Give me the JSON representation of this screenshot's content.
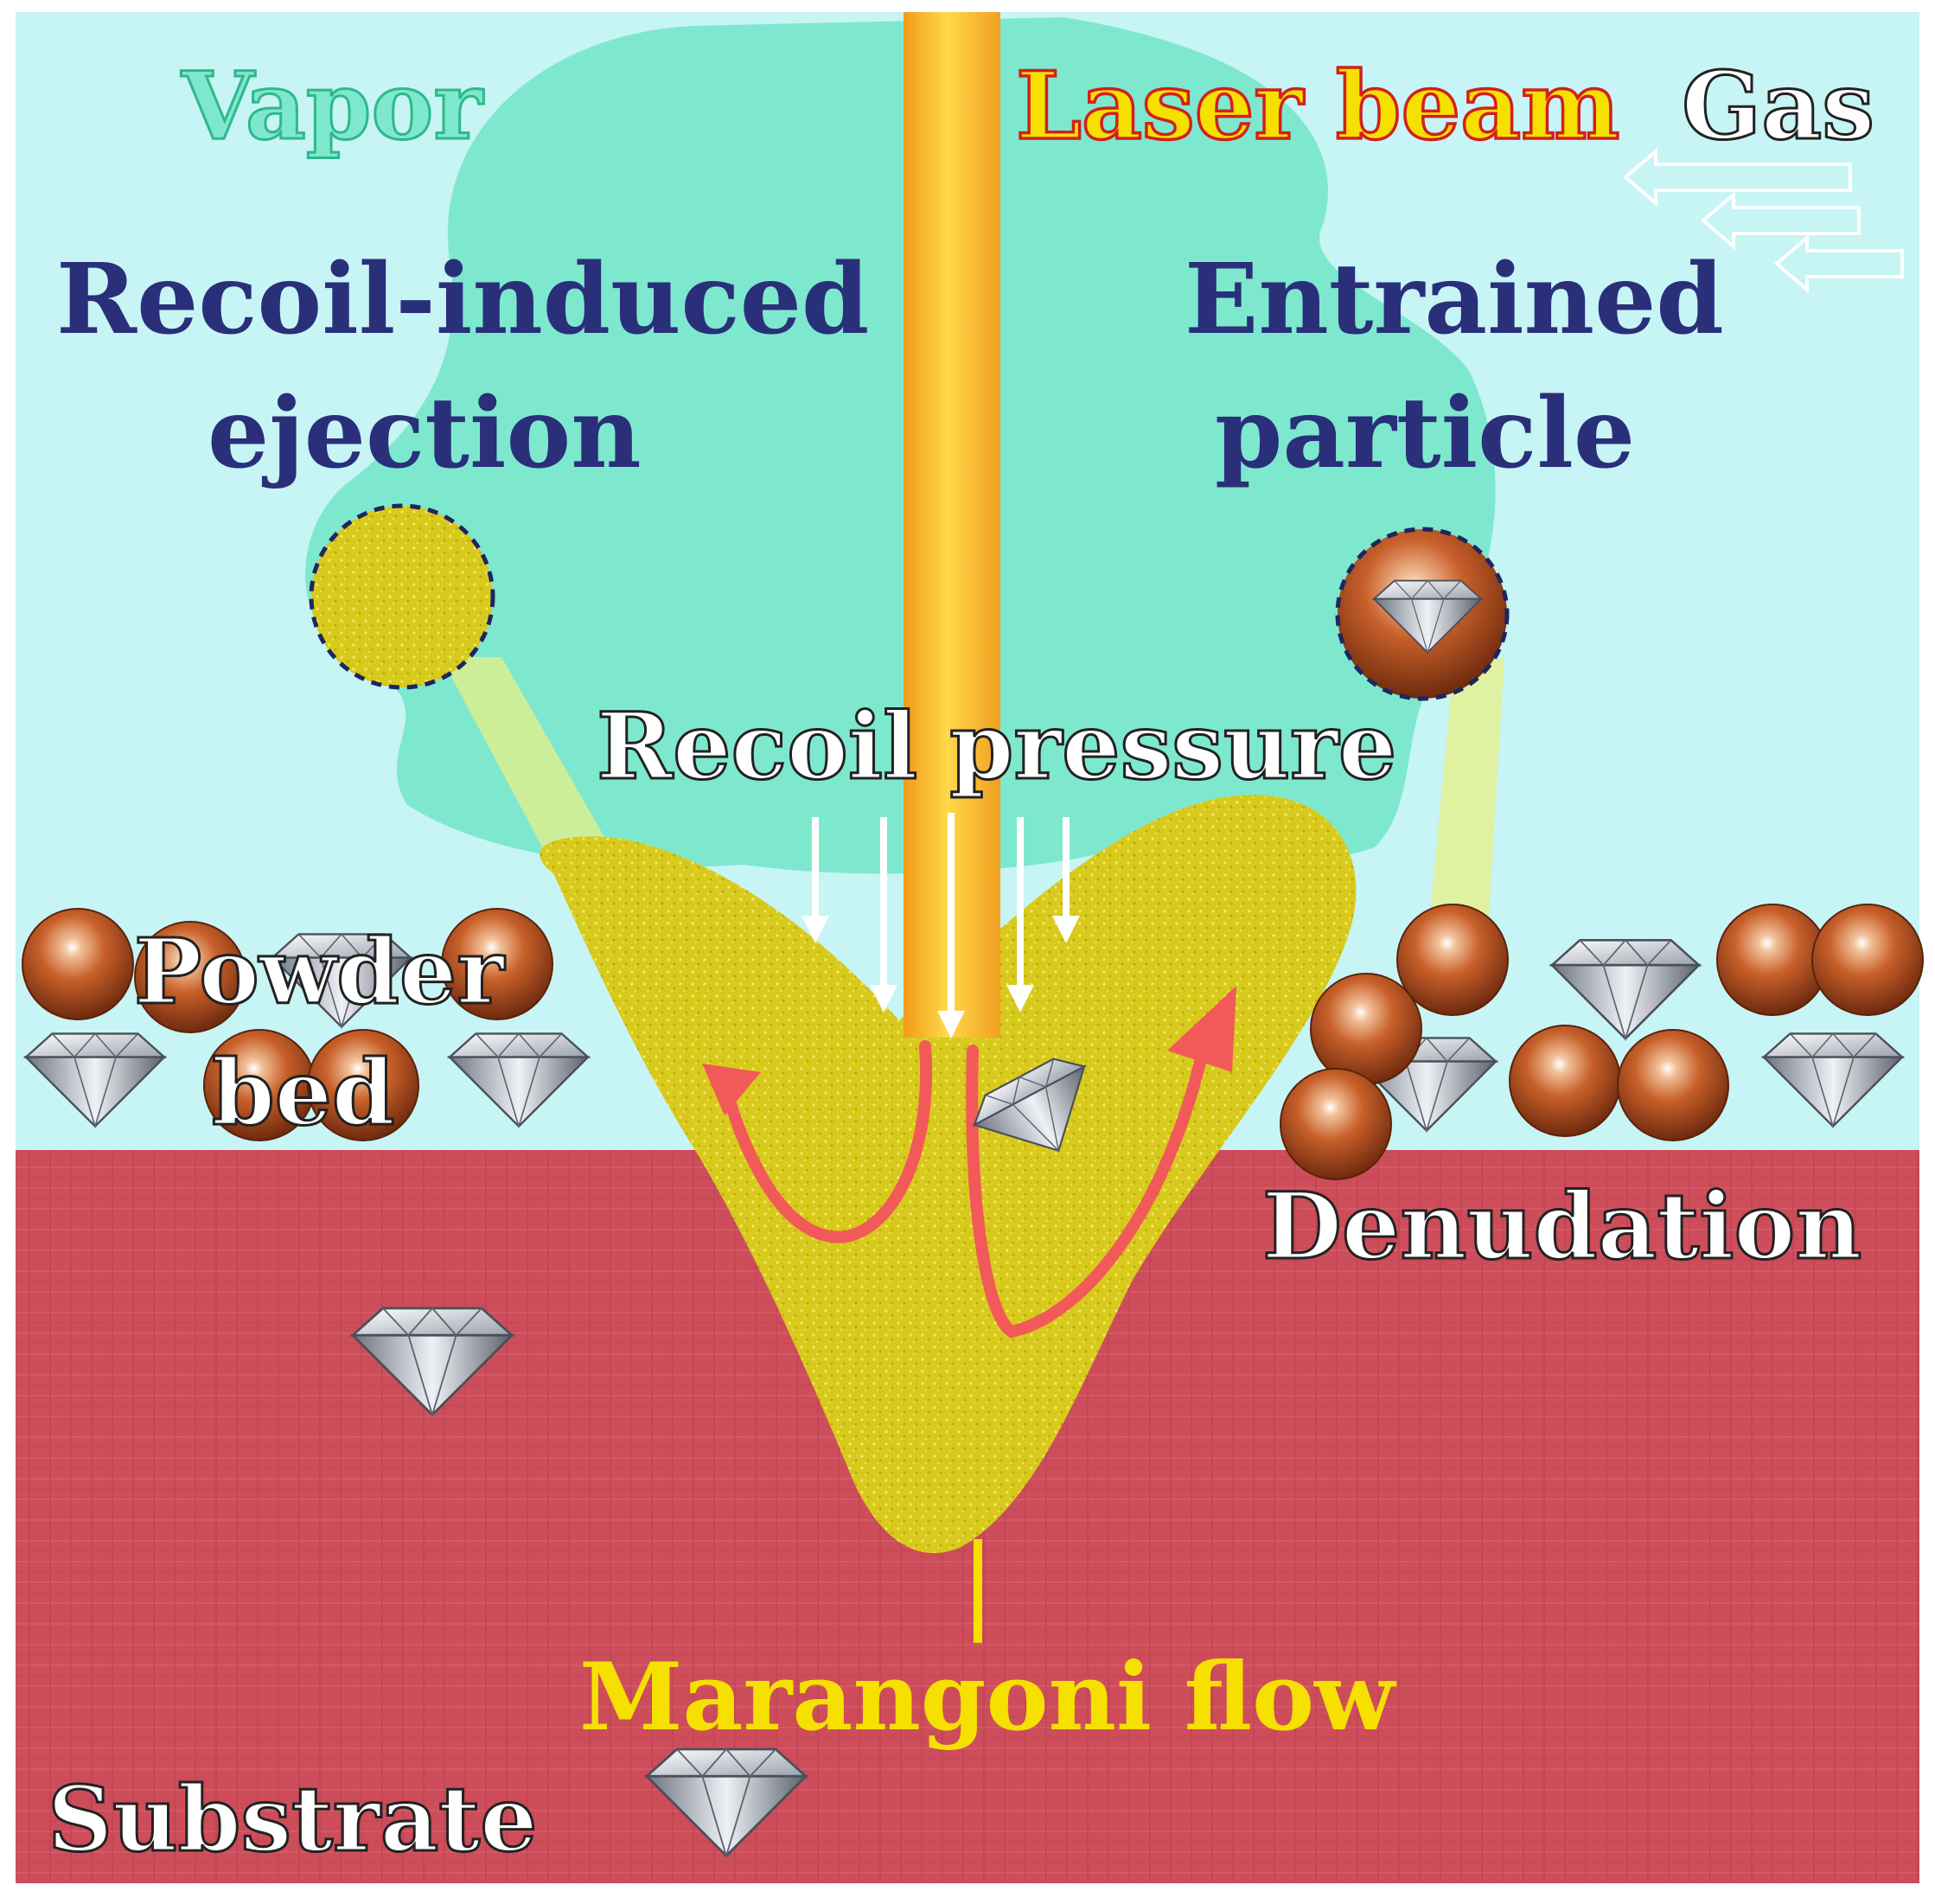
{
  "labels": {
    "vapor": "Vapor",
    "laser_beam": "Laser beam",
    "gas": "Gas",
    "recoil_ejection_line1": "Recoil-induced",
    "recoil_ejection_line2": "ejection",
    "entrained_line1": "Entrained",
    "entrained_line2": "particle",
    "recoil_pressure": "Recoil pressure",
    "powder_bed_line1": "Powder",
    "powder_bed_line2": "bed",
    "denudation": "Denudation",
    "marangoni_flow": "Marangoni flow",
    "substrate": "Substrate"
  },
  "colors": {
    "background_gas": "#c7f4f4",
    "vapor_plume": "#7ee8cf",
    "vapor_text": "#2fb88a",
    "laser_beam": "#f4a520",
    "laser_text": "#f5e000",
    "laser_text_outline": "#d21f1f",
    "dark_blue_text": "#2a2f7a",
    "melt_pool": "#d9cc1e",
    "marangoni_text": "#f5e000",
    "substrate": "#cf4f5c",
    "flow_arrows": "#f25a5a",
    "copper_particle": "#b8501e",
    "diamond": "#c9cfd8"
  },
  "icons": [
    "copper-sphere-icon",
    "diamond-icon",
    "gas-arrow-icon",
    "recoil-arrow-icon",
    "flow-arrow-icon"
  ]
}
